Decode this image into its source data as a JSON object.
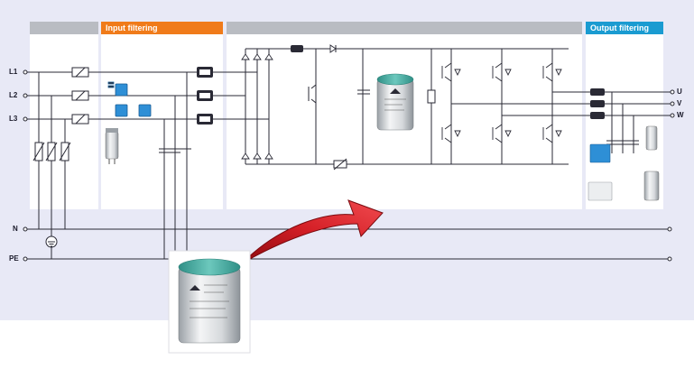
{
  "sections": {
    "input_filtering": {
      "label": "Input filtering",
      "color": "#f07b1a"
    },
    "output_filtering": {
      "label": "Output filtering",
      "color": "#1a9bd1"
    },
    "blank_header_color": "#b9bcc2"
  },
  "terminals": {
    "inputs": [
      "L1",
      "L2",
      "L3"
    ],
    "outputs": [
      "U",
      "V",
      "W"
    ],
    "neutral": "N",
    "protective_earth": "PE"
  },
  "colors": {
    "background": "#e8e9f6",
    "panel": "#ffffff",
    "wire": "#2a2a35",
    "filter_cap_blue": "#2e8fd6",
    "arrow_red": "#c4161c",
    "capacitor_teal": "#3ea69c"
  }
}
